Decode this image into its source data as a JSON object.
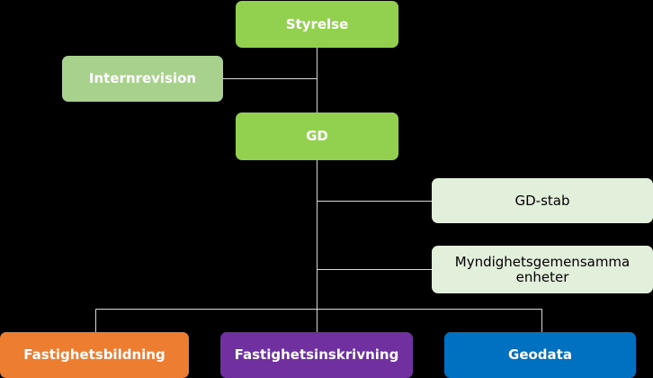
{
  "colors": {
    "background": "#000000",
    "connector": "#d9d9d9",
    "green": "#92d050",
    "light_green": "#a9d18e",
    "pale_green": "#e2efda",
    "orange": "#ed7d31",
    "purple": "#7030a0",
    "blue": "#0070c0"
  },
  "nodes": {
    "styrelse": {
      "label": "Styrelse"
    },
    "internrevision": {
      "label": "Internrevision"
    },
    "gd": {
      "label": "GD"
    },
    "gd_stab": {
      "label": "GD-stab"
    },
    "myndighet": {
      "line1": "Myndighetsgemensamma",
      "line2": "enheter"
    },
    "fastighetsbildning": {
      "label": "Fastighetsbildning"
    },
    "fastighetsinskrivning": {
      "label": "Fastighetsinskrivning"
    },
    "geodata": {
      "label": "Geodata"
    }
  }
}
